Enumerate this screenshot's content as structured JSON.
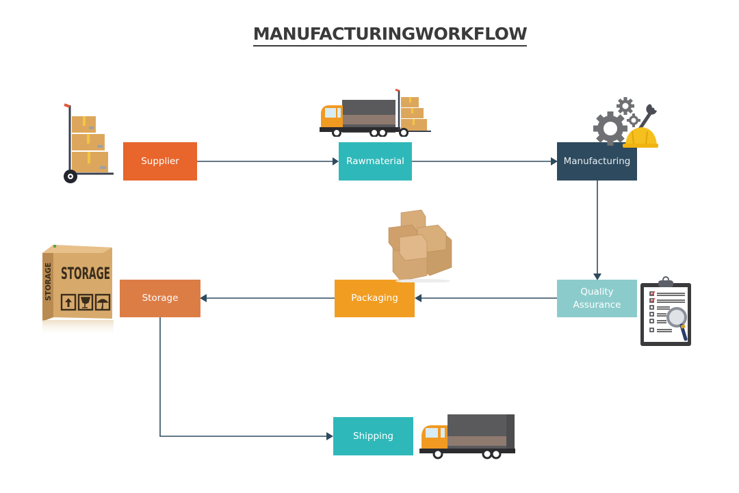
{
  "title": "MANUFACTURINGWORKFLOW",
  "nodes": {
    "supplier": {
      "label": "Supplier",
      "color": "#e8652b"
    },
    "raw_material": {
      "label": "Rawmaterial",
      "color": "#2fb8b9"
    },
    "manufacturing": {
      "label": "Manufacturing",
      "color": "#2e4a5e"
    },
    "quality_assurance": {
      "label_line1": "Quality",
      "label_line2": "Assurance",
      "color": "#8ccbcb"
    },
    "packaging": {
      "label": "Packaging",
      "color": "#f19d22"
    },
    "storage": {
      "label": "Storage",
      "color": "#dd7d46"
    },
    "shipping": {
      "label": "Shipping",
      "color": "#2fb8b9"
    }
  },
  "illustrations": {
    "storage_box_text": "STORAGE",
    "storage_box_side_text": "STORAGE"
  },
  "connector_color": "#2e4a5e",
  "flow": [
    [
      "Supplier",
      "Raw material"
    ],
    [
      "Raw material",
      "Manufacturing"
    ],
    [
      "Manufacturing",
      "Quality Assurance"
    ],
    [
      "Quality Assurance",
      "Packaging"
    ],
    [
      "Packaging",
      "Storage"
    ],
    [
      "Storage",
      "Shipping"
    ]
  ]
}
